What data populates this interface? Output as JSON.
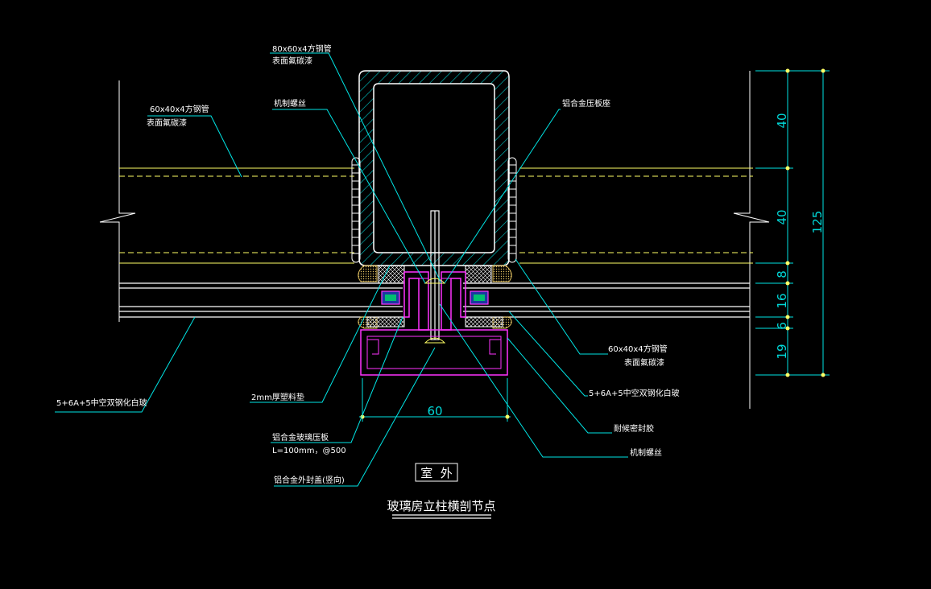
{
  "labels": {
    "tube_80": "80x60x4方钢管",
    "tube_80_finish": "表面氟碳漆",
    "tube_60_left": "60x40x4方钢管",
    "tube_60_left_finish": "表面氟碳漆",
    "screw_top": "机制螺丝",
    "base": "铝合金压板座",
    "tube_60_right": "60x40x4方钢管",
    "tube_60_right_finish": "表面氟碳漆",
    "glass_left": "5+6A+5中空双钢化白玻",
    "glass_right": "5+6A+5中空双钢化白玻",
    "pad": "2mm厚塑料垫",
    "sealant": "耐候密封胶",
    "plate": "铝合金玻璃压板",
    "plate_spec": "L=100mm，@500",
    "screw_bottom": "机制螺丝",
    "cover": "铝合金外封盖(竖向)"
  },
  "dimensions": {
    "d40_top": "40",
    "d40_mid": "40",
    "d8": "8",
    "d16": "16",
    "d6": "6",
    "d19": "19",
    "total": "125",
    "width": "60"
  },
  "exterior": "室  外",
  "title": "玻璃房立柱横剖节点",
  "colors": {
    "background": "#000000",
    "leader": "#00e5e5",
    "steel": "#ffffff",
    "hatch": "#00c8c8",
    "yellow": "#ffff66",
    "aluminum": "#ff33ff",
    "sealant": "#e0c060",
    "glass": "#ffffff",
    "dim_text": "#00d8d8"
  }
}
